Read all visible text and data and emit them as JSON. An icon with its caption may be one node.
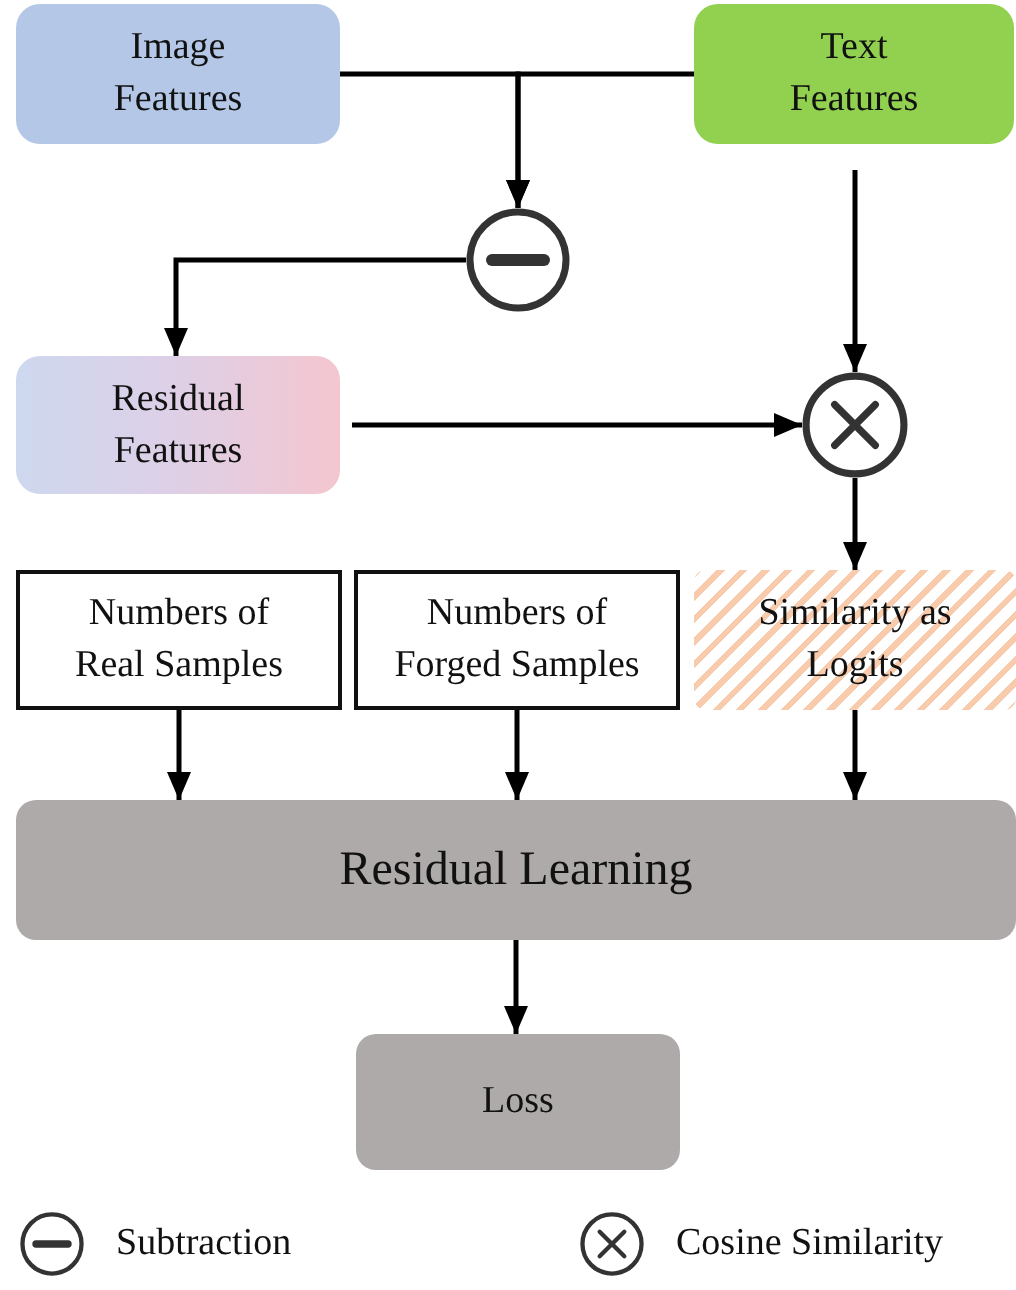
{
  "diagram": {
    "nodes": [
      {
        "text": [
          "Image Features"
        ]
      },
      {
        "text": [
          "Text Features"
        ]
      },
      {
        "text": [],
        "shape": "circle"
      },
      {
        "text": [
          "Residual Features"
        ]
      },
      {
        "text": [],
        "shape": "circle"
      },
      {
        "text": [
          "Numbers of Real Samples"
        ]
      },
      {
        "text": [
          "Numbers of Forged Samples"
        ]
      },
      {
        "text": [
          "Similarity as Logits"
        ]
      },
      {
        "text": [
          "Residual Learning"
        ]
      },
      {
        "text": [
          "Loss"
        ]
      }
    ],
    "edges": [
      {
        "from": 0,
        "to": 2,
        "arrow": "to"
      },
      {
        "from": 1,
        "to": 2,
        "arrow": "to"
      },
      {
        "from": 2,
        "to": 3,
        "arrow": "to"
      },
      {
        "from": 1,
        "to": 4,
        "arrow": "to"
      },
      {
        "from": 3,
        "to": 4,
        "arrow": "to"
      },
      {
        "from": 4,
        "to": 7,
        "arrow": "to"
      },
      {
        "from": 5,
        "to": 8,
        "arrow": "to"
      },
      {
        "from": 6,
        "to": 8,
        "arrow": "to"
      },
      {
        "from": 7,
        "to": 8,
        "arrow": "to"
      },
      {
        "from": 8,
        "to": 9,
        "arrow": "to"
      }
    ],
    "legend": [
      {
        "text": "Subtraction"
      },
      {
        "text": "Cosine Similarity"
      }
    ]
  }
}
